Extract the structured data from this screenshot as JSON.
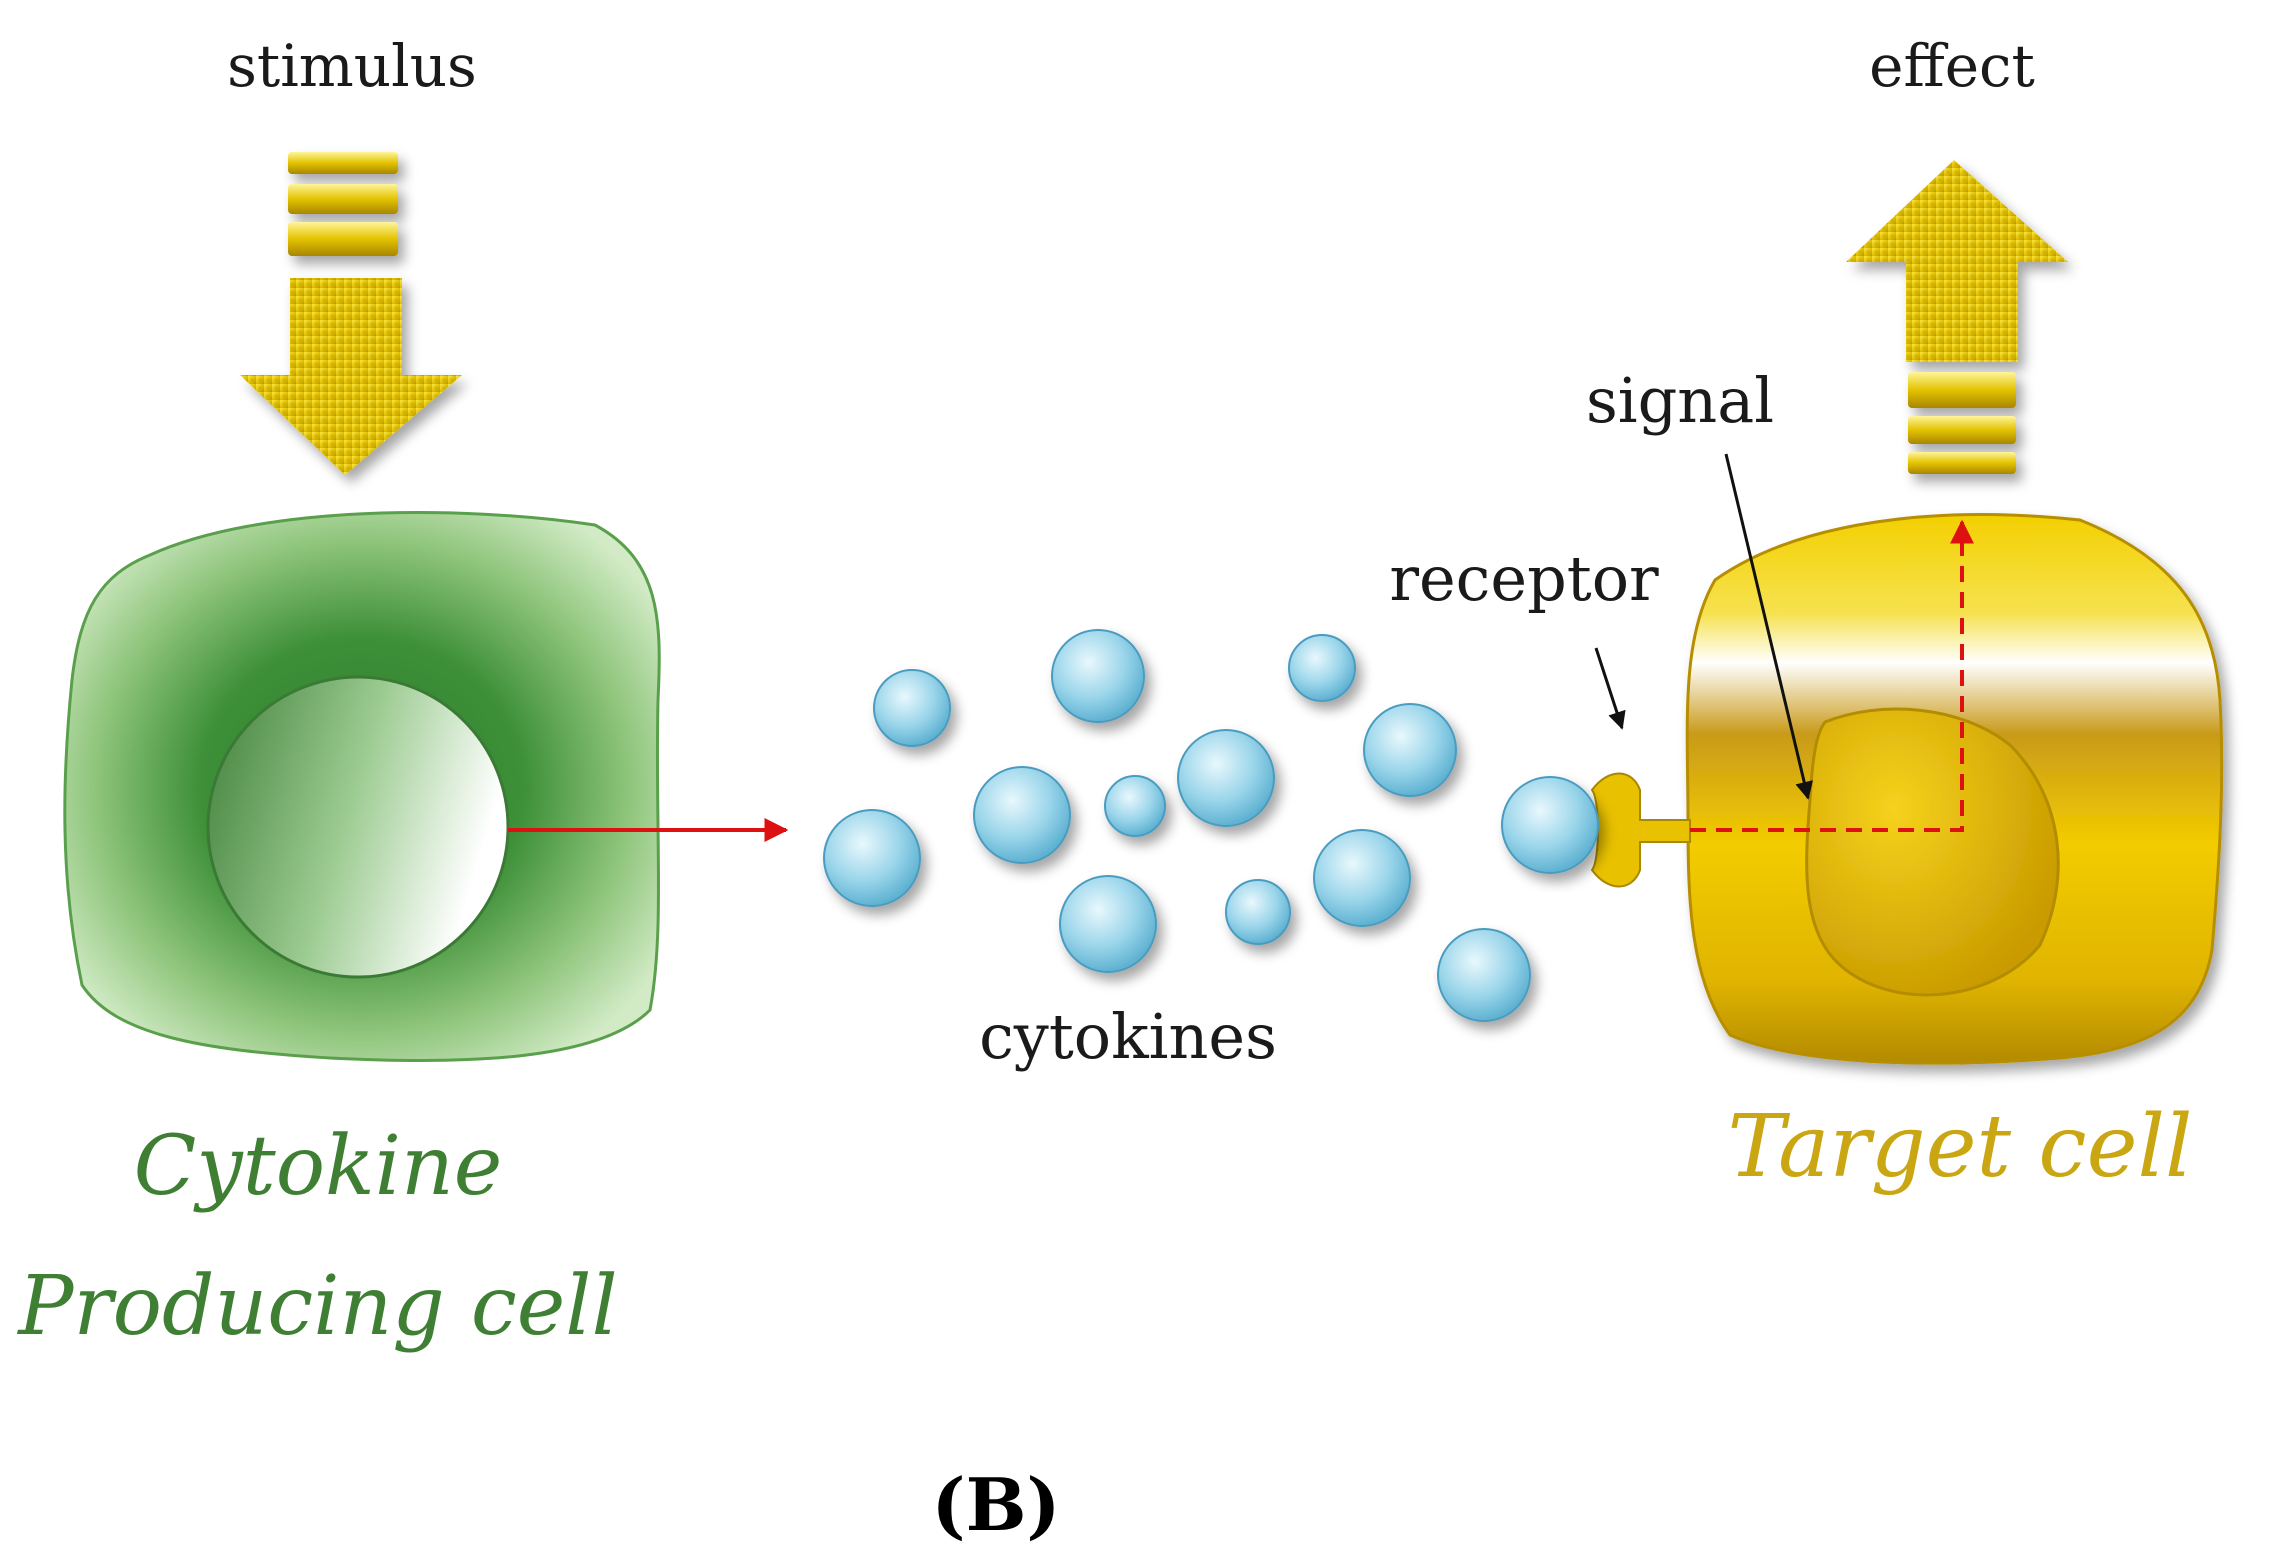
{
  "labels": {
    "stimulus": "stimulus",
    "effect": "effect",
    "signal": "signal",
    "receptor": "receptor",
    "cytokines": "cytokines",
    "producer_line1": "Cytokine",
    "producer_line2": "Producing cell",
    "target": "Target cell",
    "panel": "(B)"
  },
  "colors": {
    "producer_cell": "#6fb35a",
    "producer_nucleus": "#4f8f45",
    "producer_text": "#3f7f34",
    "target_cell": "#e8c000",
    "target_text": "#c9a612",
    "arrow_yellow": "#d9b800",
    "cytokine": "#8fd0e6",
    "signal_arrow": "#dd1111"
  },
  "icons": {
    "stimulus_arrow": "down-arrow",
    "effect_arrow": "up-arrow",
    "cytokine_shape": "droplet-circle"
  }
}
